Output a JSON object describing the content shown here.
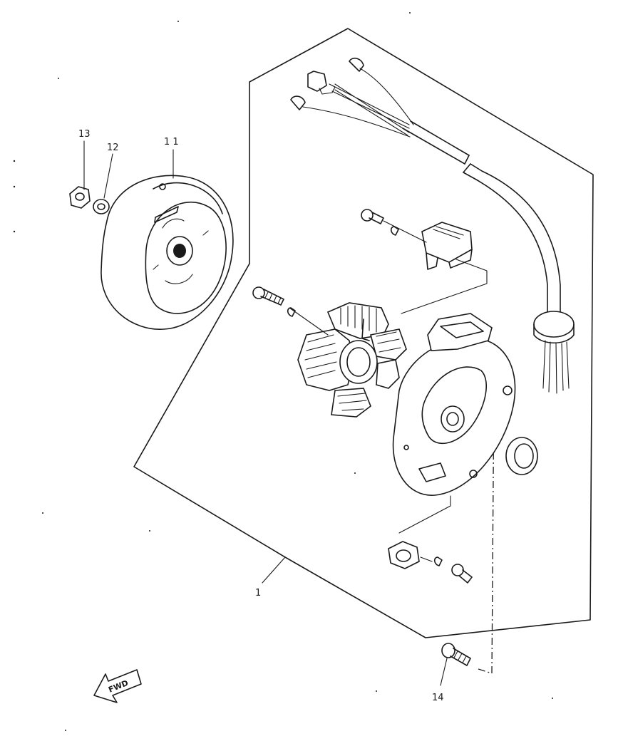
{
  "callouts": {
    "p1": "1",
    "p11": "1 1",
    "p12": "12",
    "p13": "13",
    "p14": "14"
  },
  "fwd_label": "FWD"
}
